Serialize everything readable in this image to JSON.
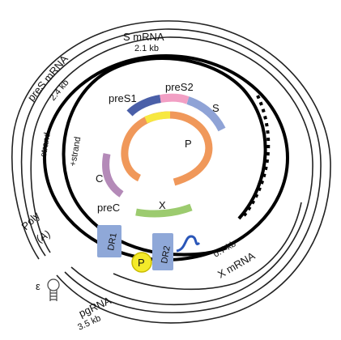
{
  "labels": {
    "s_mrna": "S mRNA",
    "s_mrna_size": "2.1 kb",
    "pres_mrna": "preS mRNA",
    "pres_mrna_size": "2.4 kb",
    "minus_strand": "-strand",
    "plus_strand": "+strand",
    "pres1": "preS1",
    "pres2": "preS2",
    "s": "S",
    "p_gene": "P",
    "c_gene": "C",
    "prec": "preC",
    "x_gene": "X",
    "poly": "Poly",
    "poly_a": "(A)",
    "dr1": "DR1",
    "dr2": "DR2",
    "p_protein": "P",
    "x_mrna_size": "0.7 kb",
    "x_mrna": "X mRNA",
    "epsilon": "ε",
    "pgrna": "pgRNA",
    "pgrna_size": "3.5 kb"
  },
  "colors": {
    "pres1": "#4a5fa8",
    "pres2": "#f29fc4",
    "s": "#8fa3d6",
    "p": "#f0985a",
    "p_yellow": "#f7e840",
    "c": "#b48ab8",
    "x": "#9ccb6f",
    "dr_box": "#8fa8d8",
    "p_protein": "#f4ea2a",
    "epsilon_stem": "#444444"
  }
}
